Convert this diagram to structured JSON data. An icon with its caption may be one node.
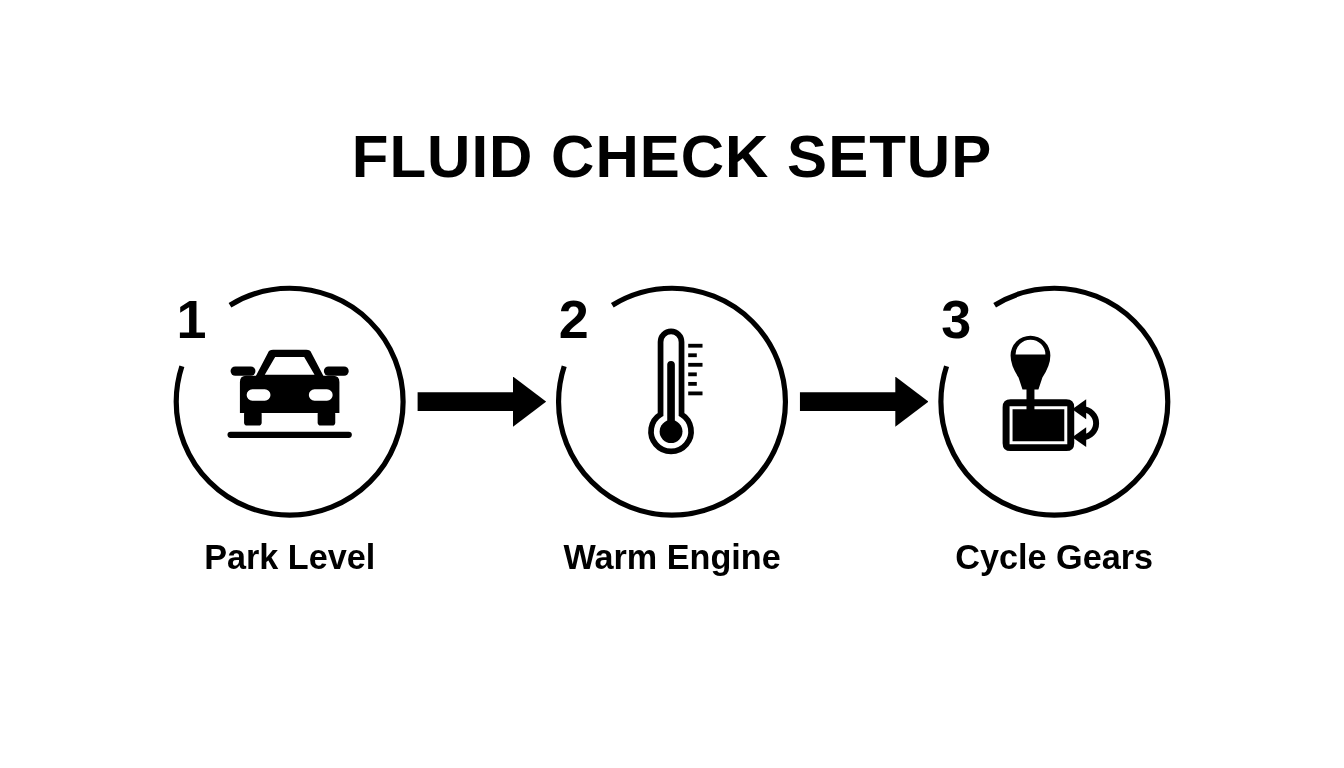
{
  "diagram": {
    "title": "FLUID CHECK SETUP",
    "nodes": [
      {
        "text": [
          "1"
        ],
        "beside": [
          "Park Level"
        ]
      },
      {
        "text": [
          "2"
        ],
        "beside": [
          "Warm Engine"
        ]
      },
      {
        "text": [
          "3"
        ],
        "beside": [
          "Cycle Gears"
        ]
      }
    ],
    "edges": [
      {
        "from": 0,
        "to": 1,
        "arrow": "to"
      },
      {
        "from": 1,
        "to": 2,
        "arrow": "to"
      }
    ]
  }
}
